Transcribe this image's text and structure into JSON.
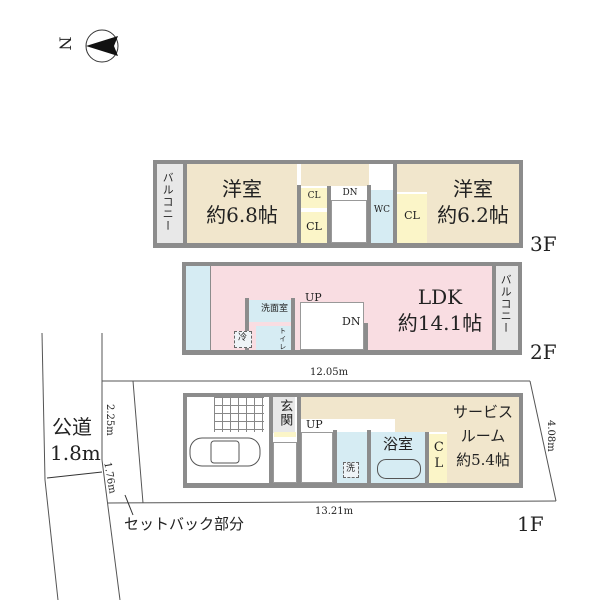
{
  "compass": {
    "label": "N",
    "icon": "north-arrow-icon"
  },
  "floors": {
    "f3": {
      "tag": "3F",
      "balcony": "バルコニー",
      "room_west": {
        "name": "洋室",
        "size": "約6.8帖"
      },
      "closet_a": "CL",
      "closet_b": "CL",
      "stairs": "DN",
      "wc": "WC",
      "closet_c": "CL",
      "room_east": {
        "name": "洋室",
        "size": "約6.2帖"
      }
    },
    "f2": {
      "tag": "2F",
      "washroom": "洗面室",
      "fridge": "冷",
      "toilet": "トイレ",
      "stairs_up": "UP",
      "stairs_down": "DN",
      "ldk": {
        "name": "LDK",
        "size": "約14.1帖"
      },
      "balcony": "バルコニー"
    },
    "f1": {
      "tag": "1F",
      "entrance": "玄関",
      "stairs_up": "UP",
      "washer": "洗",
      "bath": "浴室",
      "closet": "CL",
      "service_room": {
        "name_line1": "サービス",
        "name_line2": "ルーム",
        "size": "約5.4帖"
      }
    }
  },
  "site": {
    "road": {
      "label": "公道",
      "width": "1.8m"
    },
    "dims": {
      "top": "12.05m",
      "bottom": "13.21m",
      "right": "4.08m",
      "left_upper": "2.25m",
      "left_lower": "1.76m"
    },
    "setback": "セットバック部分"
  }
}
